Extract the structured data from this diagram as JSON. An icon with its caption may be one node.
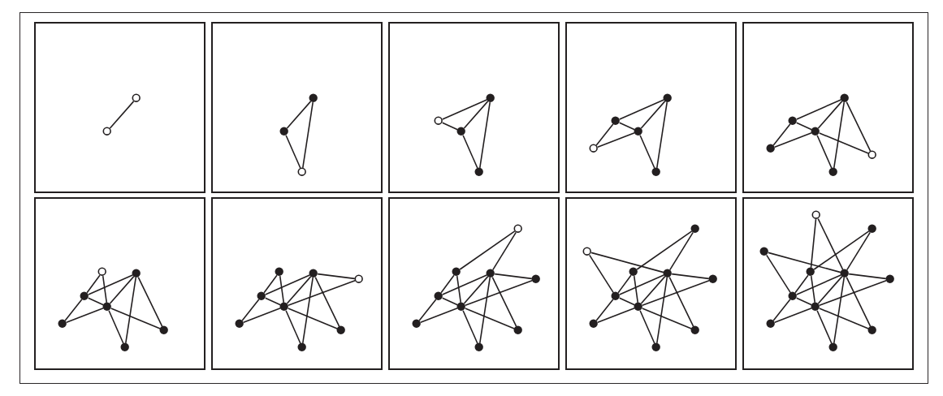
{
  "diagram": {
    "nodes": [
      {
        "text": [],
        "shape": "box"
      },
      {
        "text": [],
        "shape": "circle",
        "in": 0
      },
      {
        "text": [],
        "shape": "circle",
        "in": 0
      },
      {
        "text": [],
        "shape": "box"
      },
      {
        "text": [],
        "shape": "dot",
        "in": 3
      },
      {
        "text": [],
        "shape": "circle",
        "in": 3
      },
      {
        "text": [],
        "shape": "dot",
        "in": 3
      },
      {
        "text": [],
        "shape": "box"
      },
      {
        "text": [],
        "shape": "circle",
        "in": 7
      },
      {
        "text": [],
        "shape": "dot",
        "in": 7
      },
      {
        "text": [],
        "shape": "dot",
        "in": 7
      },
      {
        "text": [],
        "shape": "dot",
        "in": 7
      },
      {
        "text": [],
        "shape": "box"
      },
      {
        "text": [],
        "shape": "circle",
        "in": 12
      },
      {
        "text": [],
        "shape": "dot",
        "in": 12
      },
      {
        "text": [],
        "shape": "dot",
        "in": 12
      },
      {
        "text": [],
        "shape": "dot",
        "in": 12
      },
      {
        "text": [],
        "shape": "dot",
        "in": 12
      },
      {
        "text": [],
        "shape": "box"
      },
      {
        "text": [],
        "shape": "dot",
        "in": 18
      },
      {
        "text": [],
        "shape": "dot",
        "in": 18
      },
      {
        "text": [],
        "shape": "dot",
        "in": 18
      },
      {
        "text": [],
        "shape": "dot",
        "in": 18
      },
      {
        "text": [],
        "shape": "dot",
        "in": 18
      },
      {
        "text": [],
        "shape": "circle",
        "in": 18
      },
      {
        "text": [],
        "shape": "box"
      },
      {
        "text": [],
        "shape": "dot",
        "in": 25
      },
      {
        "text": [],
        "shape": "dot",
        "in": 25
      },
      {
        "text": [],
        "shape": "circle",
        "in": 25
      },
      {
        "text": [],
        "shape": "dot",
        "in": 25
      },
      {
        "text": [],
        "shape": "dot",
        "in": 25
      },
      {
        "text": [],
        "shape": "dot",
        "in": 25
      },
      {
        "text": [],
        "shape": "dot",
        "in": 25
      },
      {
        "text": [],
        "shape": "box"
      },
      {
        "text": [],
        "shape": "dot",
        "in": 33
      },
      {
        "text": [],
        "shape": "dot",
        "in": 33
      },
      {
        "text": [],
        "shape": "dot",
        "in": 33
      },
      {
        "text": [],
        "shape": "dot",
        "in": 33
      },
      {
        "text": [],
        "shape": "dot",
        "in": 33
      },
      {
        "text": [],
        "shape": "dot",
        "in": 33
      },
      {
        "text": [],
        "shape": "dot",
        "in": 33
      },
      {
        "text": [],
        "shape": "circle",
        "in": 33
      },
      {
        "text": [],
        "shape": "box"
      },
      {
        "text": [],
        "shape": "dot",
        "in": 42
      },
      {
        "text": [],
        "shape": "dot",
        "in": 42
      },
      {
        "text": [],
        "shape": "dot",
        "in": 42
      },
      {
        "text": [],
        "shape": "dot",
        "in": 42
      },
      {
        "text": [],
        "shape": "dot",
        "in": 42
      },
      {
        "text": [],
        "shape": "dot",
        "in": 42
      },
      {
        "text": [],
        "shape": "circle",
        "in": 42
      },
      {
        "text": [],
        "shape": "dot",
        "in": 42
      },
      {
        "text": [],
        "shape": "dot",
        "in": 42
      },
      {
        "text": [],
        "shape": "box"
      },
      {
        "text": [],
        "shape": "circle",
        "in": 52
      },
      {
        "text": [],
        "shape": "dot",
        "in": 52
      },
      {
        "text": [],
        "shape": "dot",
        "in": 52
      },
      {
        "text": [],
        "shape": "dot",
        "in": 52
      },
      {
        "text": [],
        "shape": "dot",
        "in": 52
      },
      {
        "text": [],
        "shape": "dot",
        "in": 52
      },
      {
        "text": [],
        "shape": "dot",
        "in": 52
      },
      {
        "text": [],
        "shape": "dot",
        "in": 52
      },
      {
        "text": [],
        "shape": "dot",
        "in": 52
      },
      {
        "text": [],
        "shape": "dot",
        "in": 52
      },
      {
        "text": [],
        "shape": "box"
      },
      {
        "text": [],
        "shape": "dot",
        "in": 63
      },
      {
        "text": [],
        "shape": "dot",
        "in": 63
      },
      {
        "text": [],
        "shape": "dot",
        "in": 63
      },
      {
        "text": [],
        "shape": "dot",
        "in": 63
      },
      {
        "text": [],
        "shape": "dot",
        "in": 63
      },
      {
        "text": [],
        "shape": "circle",
        "in": 63
      },
      {
        "text": [],
        "shape": "dot",
        "in": 63
      },
      {
        "text": [],
        "shape": "dot",
        "in": 63
      },
      {
        "text": [],
        "shape": "dot",
        "in": 63
      },
      {
        "text": [],
        "shape": "dot",
        "in": 63
      },
      {
        "text": [],
        "shape": "dot",
        "in": 63
      }
    ],
    "edges": [
      {
        "from": 2,
        "to": 1,
        "arrow": "none"
      },
      {
        "from": 6,
        "to": 4,
        "arrow": "none"
      },
      {
        "from": 5,
        "to": 6,
        "arrow": "none"
      },
      {
        "from": 5,
        "to": 4,
        "arrow": "none"
      },
      {
        "from": 11,
        "to": 9,
        "arrow": "none"
      },
      {
        "from": 10,
        "to": 11,
        "arrow": "none"
      },
      {
        "from": 10,
        "to": 9,
        "arrow": "none"
      },
      {
        "from": 8,
        "to": 11,
        "arrow": "none"
      },
      {
        "from": 8,
        "to": 9,
        "arrow": "none"
      },
      {
        "from": 17,
        "to": 15,
        "arrow": "none"
      },
      {
        "from": 16,
        "to": 17,
        "arrow": "none"
      },
      {
        "from": 16,
        "to": 15,
        "arrow": "none"
      },
      {
        "from": 14,
        "to": 17,
        "arrow": "none"
      },
      {
        "from": 14,
        "to": 15,
        "arrow": "none"
      },
      {
        "from": 13,
        "to": 14,
        "arrow": "none"
      },
      {
        "from": 13,
        "to": 15,
        "arrow": "none"
      },
      {
        "from": 23,
        "to": 21,
        "arrow": "none"
      },
      {
        "from": 22,
        "to": 23,
        "arrow": "none"
      },
      {
        "from": 22,
        "to": 21,
        "arrow": "none"
      },
      {
        "from": 20,
        "to": 23,
        "arrow": "none"
      },
      {
        "from": 20,
        "to": 21,
        "arrow": "none"
      },
      {
        "from": 19,
        "to": 20,
        "arrow": "none"
      },
      {
        "from": 19,
        "to": 21,
        "arrow": "none"
      },
      {
        "from": 24,
        "to": 21,
        "arrow": "none"
      },
      {
        "from": 24,
        "to": 23,
        "arrow": "none"
      },
      {
        "from": 31,
        "to": 29,
        "arrow": "none"
      },
      {
        "from": 30,
        "to": 31,
        "arrow": "none"
      },
      {
        "from": 30,
        "to": 29,
        "arrow": "none"
      },
      {
        "from": 27,
        "to": 31,
        "arrow": "none"
      },
      {
        "from": 27,
        "to": 29,
        "arrow": "none"
      },
      {
        "from": 26,
        "to": 27,
        "arrow": "none"
      },
      {
        "from": 26,
        "to": 29,
        "arrow": "none"
      },
      {
        "from": 32,
        "to": 29,
        "arrow": "none"
      },
      {
        "from": 32,
        "to": 31,
        "arrow": "none"
      },
      {
        "from": 28,
        "to": 27,
        "arrow": "none"
      },
      {
        "from": 28,
        "to": 29,
        "arrow": "none"
      },
      {
        "from": 39,
        "to": 37,
        "arrow": "none"
      },
      {
        "from": 38,
        "to": 39,
        "arrow": "none"
      },
      {
        "from": 38,
        "to": 37,
        "arrow": "none"
      },
      {
        "from": 35,
        "to": 39,
        "arrow": "none"
      },
      {
        "from": 35,
        "to": 37,
        "arrow": "none"
      },
      {
        "from": 34,
        "to": 35,
        "arrow": "none"
      },
      {
        "from": 34,
        "to": 37,
        "arrow": "none"
      },
      {
        "from": 40,
        "to": 37,
        "arrow": "none"
      },
      {
        "from": 40,
        "to": 39,
        "arrow": "none"
      },
      {
        "from": 36,
        "to": 35,
        "arrow": "none"
      },
      {
        "from": 36,
        "to": 37,
        "arrow": "none"
      },
      {
        "from": 41,
        "to": 39,
        "arrow": "none"
      },
      {
        "from": 41,
        "to": 37,
        "arrow": "none"
      },
      {
        "from": 48,
        "to": 46,
        "arrow": "none"
      },
      {
        "from": 47,
        "to": 48,
        "arrow": "none"
      },
      {
        "from": 47,
        "to": 46,
        "arrow": "none"
      },
      {
        "from": 44,
        "to": 48,
        "arrow": "none"
      },
      {
        "from": 44,
        "to": 46,
        "arrow": "none"
      },
      {
        "from": 43,
        "to": 44,
        "arrow": "none"
      },
      {
        "from": 43,
        "to": 46,
        "arrow": "none"
      },
      {
        "from": 50,
        "to": 46,
        "arrow": "none"
      },
      {
        "from": 50,
        "to": 48,
        "arrow": "none"
      },
      {
        "from": 45,
        "to": 44,
        "arrow": "none"
      },
      {
        "from": 45,
        "to": 46,
        "arrow": "none"
      },
      {
        "from": 51,
        "to": 48,
        "arrow": "none"
      },
      {
        "from": 51,
        "to": 46,
        "arrow": "none"
      },
      {
        "from": 49,
        "to": 45,
        "arrow": "none"
      },
      {
        "from": 49,
        "to": 48,
        "arrow": "none"
      },
      {
        "from": 59,
        "to": 57,
        "arrow": "none"
      },
      {
        "from": 58,
        "to": 59,
        "arrow": "none"
      },
      {
        "from": 58,
        "to": 57,
        "arrow": "none"
      },
      {
        "from": 55,
        "to": 59,
        "arrow": "none"
      },
      {
        "from": 55,
        "to": 57,
        "arrow": "none"
      },
      {
        "from": 54,
        "to": 55,
        "arrow": "none"
      },
      {
        "from": 54,
        "to": 57,
        "arrow": "none"
      },
      {
        "from": 61,
        "to": 57,
        "arrow": "none"
      },
      {
        "from": 61,
        "to": 59,
        "arrow": "none"
      },
      {
        "from": 56,
        "to": 55,
        "arrow": "none"
      },
      {
        "from": 56,
        "to": 57,
        "arrow": "none"
      },
      {
        "from": 62,
        "to": 59,
        "arrow": "none"
      },
      {
        "from": 62,
        "to": 57,
        "arrow": "none"
      },
      {
        "from": 60,
        "to": 56,
        "arrow": "none"
      },
      {
        "from": 60,
        "to": 59,
        "arrow": "none"
      },
      {
        "from": 53,
        "to": 59,
        "arrow": "none"
      },
      {
        "from": 53,
        "to": 55,
        "arrow": "none"
      },
      {
        "from": 71,
        "to": 68,
        "arrow": "none"
      },
      {
        "from": 70,
        "to": 71,
        "arrow": "none"
      },
      {
        "from": 70,
        "to": 68,
        "arrow": "none"
      },
      {
        "from": 66,
        "to": 71,
        "arrow": "none"
      },
      {
        "from": 66,
        "to": 68,
        "arrow": "none"
      },
      {
        "from": 65,
        "to": 66,
        "arrow": "none"
      },
      {
        "from": 65,
        "to": 68,
        "arrow": "none"
      },
      {
        "from": 73,
        "to": 68,
        "arrow": "none"
      },
      {
        "from": 73,
        "to": 71,
        "arrow": "none"
      },
      {
        "from": 67,
        "to": 66,
        "arrow": "none"
      },
      {
        "from": 67,
        "to": 68,
        "arrow": "none"
      },
      {
        "from": 74,
        "to": 71,
        "arrow": "none"
      },
      {
        "from": 74,
        "to": 68,
        "arrow": "none"
      },
      {
        "from": 72,
        "to": 67,
        "arrow": "none"
      },
      {
        "from": 72,
        "to": 71,
        "arrow": "none"
      },
      {
        "from": 64,
        "to": 71,
        "arrow": "none"
      },
      {
        "from": 64,
        "to": 66,
        "arrow": "none"
      },
      {
        "from": 69,
        "to": 67,
        "arrow": "none"
      },
      {
        "from": 69,
        "to": 71,
        "arrow": "none"
      }
    ]
  }
}
